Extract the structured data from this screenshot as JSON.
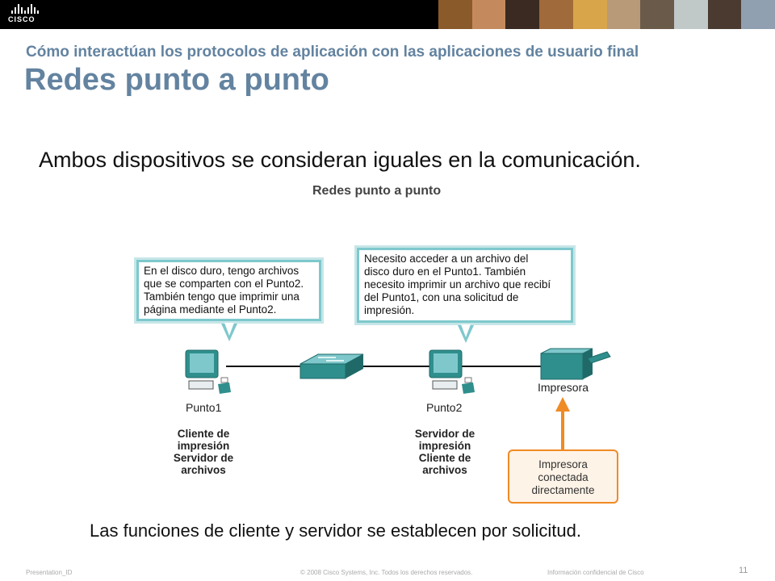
{
  "header": {
    "logo_text": "CISCO",
    "photo_colors": [
      "#8a5a2a",
      "#c48a5e",
      "#3a2a22",
      "#a06a3a",
      "#d9a54a",
      "#b89a78",
      "#6a5a4a",
      "#c0c8c8",
      "#4a3a30",
      "#90a0b0"
    ]
  },
  "slide": {
    "subtitle": "Cómo interactúan los protocolos de aplicación con las aplicaciones de usuario final",
    "title": "Redes punto a punto",
    "lead": "Ambos dispositivos se consideran iguales en la comunicación.",
    "bottom_text": "Las funciones de cliente y servidor se establecen por solicitud."
  },
  "diagram": {
    "title": "Redes punto a punto",
    "bubble1": [
      "En el disco duro, tengo archivos",
      "que se comparten con el Punto2.",
      "También tengo que imprimir una",
      "página mediante el Punto2."
    ],
    "bubble2": [
      "Necesito acceder a un archivo del",
      "disco duro en el Punto1. También",
      "necesito imprimir un archivo que recibí",
      "del Punto1, con una solicitud de",
      "impresión."
    ],
    "device1": {
      "label": "Punto1",
      "roles": [
        "Cliente de",
        "impresión",
        "Servidor de",
        "archivos"
      ]
    },
    "device2": {
      "label": "Punto2",
      "roles": [
        "Servidor de",
        "impresión",
        "Cliente de",
        "archivos"
      ]
    },
    "printer": {
      "label": "Impresora"
    },
    "note": [
      "Impresora",
      "conectada",
      "directamente"
    ],
    "colors": {
      "teal": "#2f8f8c",
      "bubble_border": "#7ec8cc",
      "orange": "#f08a24"
    }
  },
  "footer": {
    "presentation_id": "Presentation_ID",
    "copyright": "© 2008 Cisco Systems, Inc. Todos los derechos reservados.",
    "confidential": "Información confidencial de Cisco",
    "page_number": "11"
  }
}
